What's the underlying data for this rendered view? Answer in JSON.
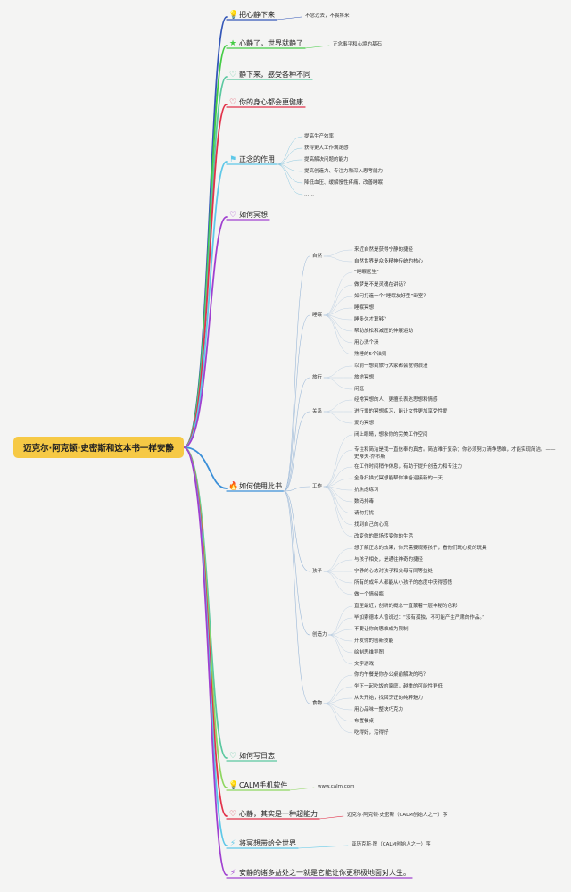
{
  "root": {
    "label": "迈克尔·阿克顿·史密斯和这本书一样安静"
  },
  "branches": [
    {
      "id": "b1",
      "label": "把心静下来",
      "icon": "lightbulb-icon",
      "glyph": "💡",
      "color": "#3457b8",
      "note": "不念过去，不畏将来"
    },
    {
      "id": "b2",
      "label": "心静了，世界就静了",
      "icon": "star-icon",
      "glyph": "★",
      "color": "#44cc44",
      "note": "正念事平和心境的基石"
    },
    {
      "id": "b3",
      "label": "静下来，感受各种不同",
      "icon": "heart-icon",
      "glyph": "♡",
      "color": "#5bc8a0"
    },
    {
      "id": "b4",
      "label": "你的身心都会更健康",
      "icon": "heart-icon",
      "glyph": "♡",
      "color": "#e2324a"
    },
    {
      "id": "b5",
      "label": "正念的作用",
      "icon": "flag-icon",
      "glyph": "⚑",
      "color": "#5ec8e8",
      "items": [
        "提高生产效率",
        "获得更大工作满足感",
        "提高解决问题的能力",
        "提高创造力、专注力和深入思考能力",
        "降低血压、缓解慢性疼痛、改善睡眠",
        "……"
      ]
    },
    {
      "id": "b6",
      "label": "如何冥想",
      "icon": "heart-icon",
      "glyph": "♡",
      "color": "#a040d0"
    },
    {
      "id": "b7",
      "label": "如何使用此书",
      "icon": "fire-icon",
      "glyph": "🔥",
      "color": "#3a8fd8",
      "groups": [
        {
          "label": "自然",
          "items": [
            "来近自然是获得宁静的捷径",
            "自然世界是众多精神传统的核心"
          ]
        },
        {
          "label": "睡眠",
          "items": [
            "“睡眠医生”",
            "做梦是不是灵魂在讲话？",
            "如何打造一个“睡眠友好型”卧室？",
            "睡眠冥想",
            "睡多久才算够？",
            "帮助放松和减压的伸展运动",
            "用心洗个澡",
            "熟睡的5个法则"
          ]
        },
        {
          "label": "旅行",
          "items": [
            "以前一想到旅行大家都会觉得浪漫",
            "旅途冥想",
            "闲逛"
          ]
        },
        {
          "label": "关系",
          "items": [
            "经常冥想的人，更擅长表达思想和情感",
            "进行爱的冥想练习，能让女性更加享受性爱",
            "爱的冥想"
          ]
        },
        {
          "label": "工作",
          "items": [
            "闭上眼睛，想象你的完美工作空间",
            "专注和简洁是我一直信奉的真言。简洁难于复杂；你必须努力清净思维，才能实现简洁。——史蒂夫·乔布斯",
            "在工作时间稍作休息，有助于提升创造力和专注力",
            "全身扫描式冥想能帮你准备迎接新的一天",
            "抗焦虑练习",
            "数码排毒",
            "请勿打扰",
            "找到自己的心流",
            "改变你的职场转变你的生活"
          ]
        },
        {
          "label": "孩子",
          "items": [
            "想了解正念的效果，你只需要观察孩子，看他们玩心爱的玩具",
            "与孩子相处，是通往神奇的捷径",
            "宁静的心态对孩子和父母有同等益处",
            "所有的成年人都能从小孩子的态度中获得感悟",
            "做一个情绪瓶"
          ]
        },
        {
          "label": "创造力",
          "items": [
            "直至最近，创新的概念一直蒙着一层神秘的色彩",
            "毕加索德本人曾说过：“没有孤独，不可能产生严肃的作品。”",
            "不要让你的思维成为限制",
            "开发你的创新技能",
            "绘制思维导图",
            "文字游戏"
          ]
        },
        {
          "label": "食物",
          "items": [
            "你的午餐是你办公桌前解决的吗？",
            "坐下一起吃饭的家庭，越重的可能性更低",
            "从头开始，找回烹饪的纯粹魅力",
            "用心品味一整块巧克力",
            "布置餐桌",
            "吃得好，活得好"
          ]
        }
      ]
    },
    {
      "id": "b8",
      "label": "如何写日志",
      "icon": "heart-icon",
      "glyph": "♡",
      "color": "#5bc8a0"
    },
    {
      "id": "b9",
      "label": "CALM手机软件",
      "icon": "lightbulb-icon",
      "glyph": "💡",
      "color": "#8ed660",
      "note": "www.calm.com"
    },
    {
      "id": "b10",
      "label": "心静，其实是一种超能力",
      "icon": "heart-icon",
      "glyph": "♡",
      "color": "#e2324a",
      "note": "迈克尔·阿克顿·史密斯（CALM创始人之一）序"
    },
    {
      "id": "b11",
      "label": "将冥想带给全世界",
      "icon": "sparkle-icon",
      "glyph": "⚡",
      "color": "#5ec8e8",
      "note": "亚历克斯·图（CALM创始人之一）序"
    },
    {
      "id": "b12",
      "label": "安静的诸多益处之一就是它能让你更积极地面对人生。",
      "icon": "sparkle-icon",
      "glyph": "⚡",
      "color": "#a040d0"
    }
  ]
}
